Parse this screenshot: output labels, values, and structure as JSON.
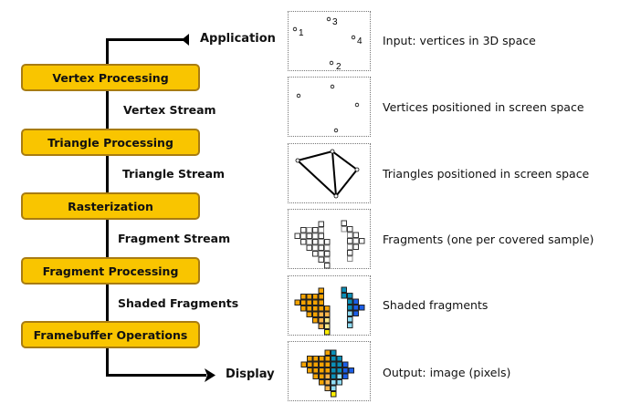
{
  "pipeline": {
    "input_label": "Application",
    "output_label": "Display",
    "stages": [
      {
        "label": "Vertex Processing"
      },
      {
        "label": "Triangle Processing"
      },
      {
        "label": "Rasterization"
      },
      {
        "label": "Fragment Processing"
      },
      {
        "label": "Framebuffer Operations"
      }
    ],
    "streams": [
      {
        "label": "Vertex Stream"
      },
      {
        "label": "Triangle Stream"
      },
      {
        "label": "Fragment Stream"
      },
      {
        "label": "Shaded Fragments"
      }
    ],
    "colors": {
      "stage_fill": "#f9c500",
      "stage_border": "#a87c12",
      "connector": "#000000"
    }
  },
  "panels": [
    {
      "description": "Input: vertices in 3D space",
      "vertex_labels": [
        "1",
        "3",
        "4",
        "2"
      ]
    },
    {
      "description": "Vertices positioned in screen space"
    },
    {
      "description": "Triangles positioned in screen space"
    },
    {
      "description": "Fragments (one per covered sample)"
    },
    {
      "description": "Shaded fragments"
    },
    {
      "description": "Output: image (pixels)"
    }
  ],
  "fragment_colors": {
    "orange": "#f5a300",
    "light_orange": "#fbb44a",
    "pale_yellow": "#fbe98a",
    "yellow": "#ffee00",
    "teal": "#0a8fb8",
    "blue": "#1b5ee8",
    "light_blue": "#8fdcf5"
  }
}
